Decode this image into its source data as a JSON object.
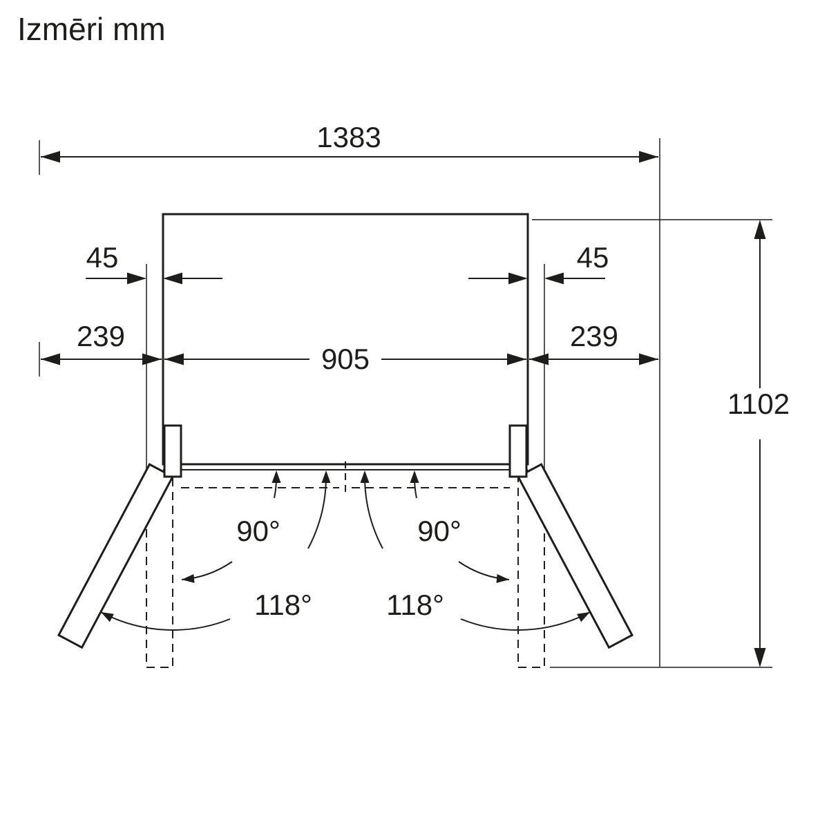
{
  "title": "Izmēri mm",
  "dimensions": {
    "total_width": "1383",
    "door_gap_left": "45",
    "door_gap_right": "45",
    "side_clearance_left": "239",
    "side_clearance_right": "239",
    "body_width": "905",
    "depth_total": "1102",
    "door_angle_90_left": "90°",
    "door_angle_90_right": "90°",
    "door_angle_118_left": "118°",
    "door_angle_118_right": "118°"
  },
  "colors": {
    "stroke": "#1d1d1b",
    "background": "#ffffff"
  }
}
